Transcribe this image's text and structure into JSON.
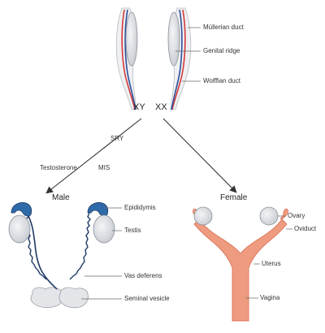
{
  "top_labels": {
    "mullerian_duct": "Müllerian duct",
    "genital_ridge": "Genital ridge",
    "wolffian_duct": "Wolffian duct"
  },
  "chromosomes": {
    "xy": "XY",
    "xx": "XX"
  },
  "factors": {
    "sry": "SRY",
    "testosterone": "Testosterone",
    "mis": "MIS"
  },
  "male": {
    "title": "Male",
    "epididymis": "Epididymis",
    "testis": "Testis",
    "vas_deferens": "Vas deferens",
    "seminal_vesicle": "Seminal vesicle"
  },
  "female": {
    "title": "Female",
    "ovary": "Ovary",
    "oviduct": "Oviduct",
    "uterus": "Uterus",
    "vagina": "Vagina"
  },
  "colors": {
    "mullerian": "#d33a3a",
    "wolffian": "#2e4f9a",
    "ridge": "#c9cdd3",
    "gonad_fill": "#dcdfe3",
    "male_duct": "#1f3a66",
    "female_tract": "#ef9b80",
    "female_tract_edge": "#d9745a",
    "leader": "#666666"
  }
}
